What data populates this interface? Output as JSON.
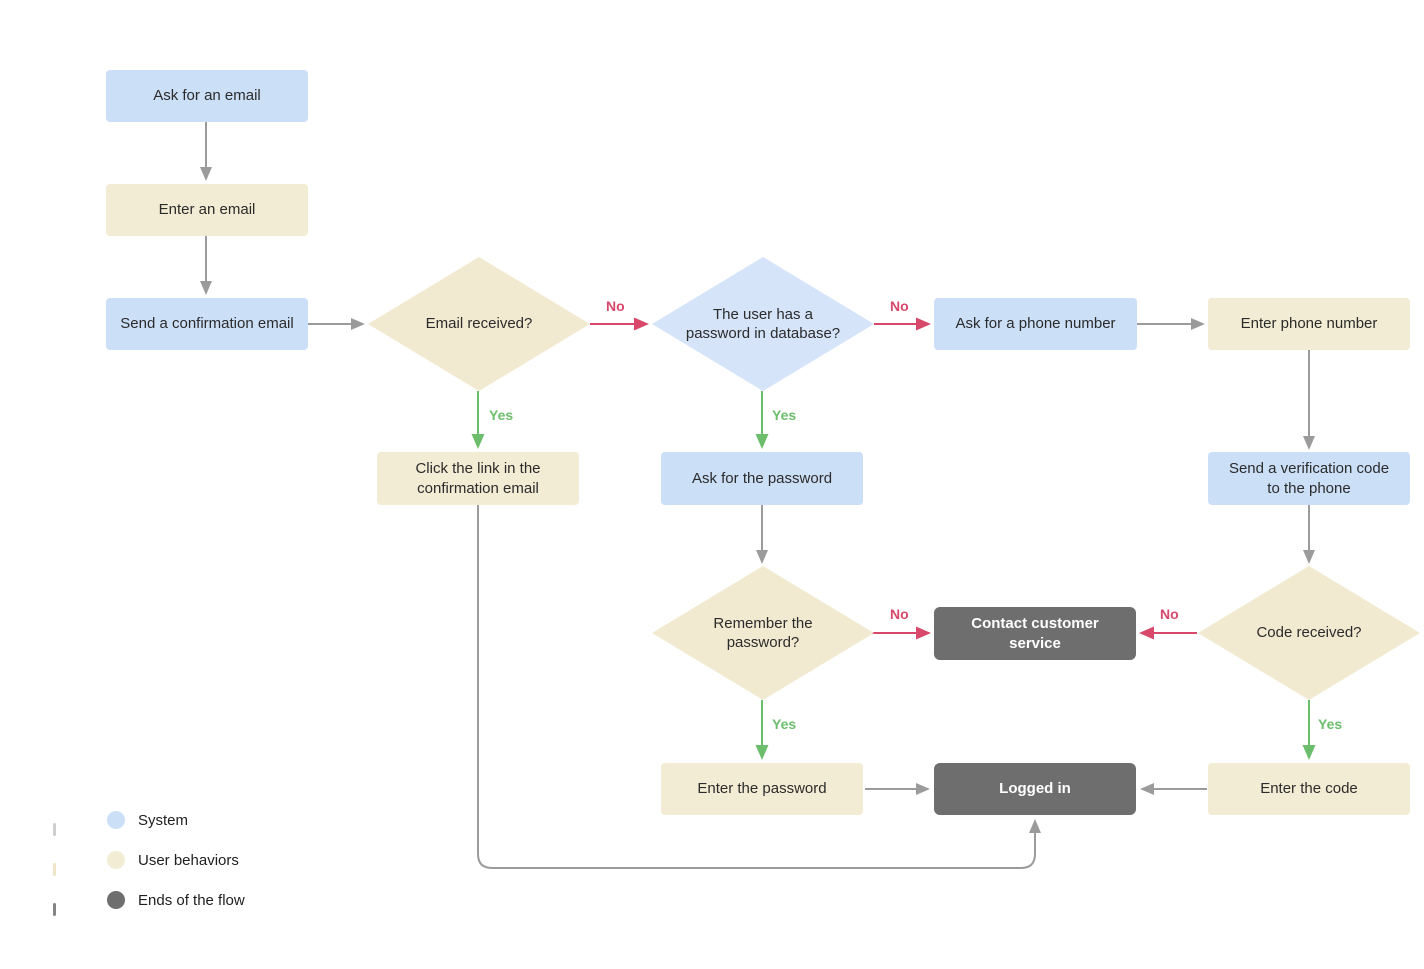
{
  "colors": {
    "system": "#CBDFF7",
    "system-d": "#D5E4F9",
    "user": "#F1ECD3",
    "user-d": "#F1EAD1",
    "end": "#6E6E6E",
    "yes": "#6CBE6C",
    "no": "#D8486B",
    "arrow": "#9B9B9B"
  },
  "nodes": {
    "ask_email": {
      "label": "Ask for an email",
      "type": "system"
    },
    "enter_email": {
      "label": "Enter an email",
      "type": "user"
    },
    "send_confirmation": {
      "label": "Send a confirmation email",
      "type": "system"
    },
    "email_received": {
      "label": "Email received?",
      "type": "user",
      "shape": "decision"
    },
    "click_link": {
      "label": "Click the link in the confirmation email",
      "type": "user"
    },
    "has_password": {
      "label": "The user has a password in database?",
      "type": "system",
      "shape": "decision"
    },
    "ask_password": {
      "label": "Ask for the password",
      "type": "system"
    },
    "remember_password": {
      "label": "Remember the password?",
      "type": "user",
      "shape": "decision"
    },
    "enter_password": {
      "label": "Enter the password",
      "type": "user"
    },
    "contact_service": {
      "label": "Contact customer service",
      "type": "end"
    },
    "logged_in": {
      "label": "Logged in",
      "type": "end"
    },
    "ask_phone": {
      "label": "Ask for a phone number",
      "type": "system"
    },
    "enter_phone": {
      "label": "Enter phone number",
      "type": "user"
    },
    "send_code": {
      "label": "Send a verification code to the phone",
      "type": "system"
    },
    "code_received": {
      "label": "Code received?",
      "type": "user",
      "shape": "decision"
    },
    "enter_code": {
      "label": "Enter the code",
      "type": "user"
    }
  },
  "edge_labels": {
    "email_yes": "Yes",
    "email_no": "No",
    "password_yes": "Yes",
    "password_no": "No",
    "remember_yes": "Yes",
    "remember_no": "No",
    "code_yes": "Yes",
    "code_no": "No"
  },
  "legend": {
    "items": [
      {
        "label": "System",
        "color": "#CBDFF7"
      },
      {
        "label": "User behaviors",
        "color": "#F1ECD3"
      },
      {
        "label": "Ends of the flow",
        "color": "#6E6E6E"
      }
    ]
  }
}
